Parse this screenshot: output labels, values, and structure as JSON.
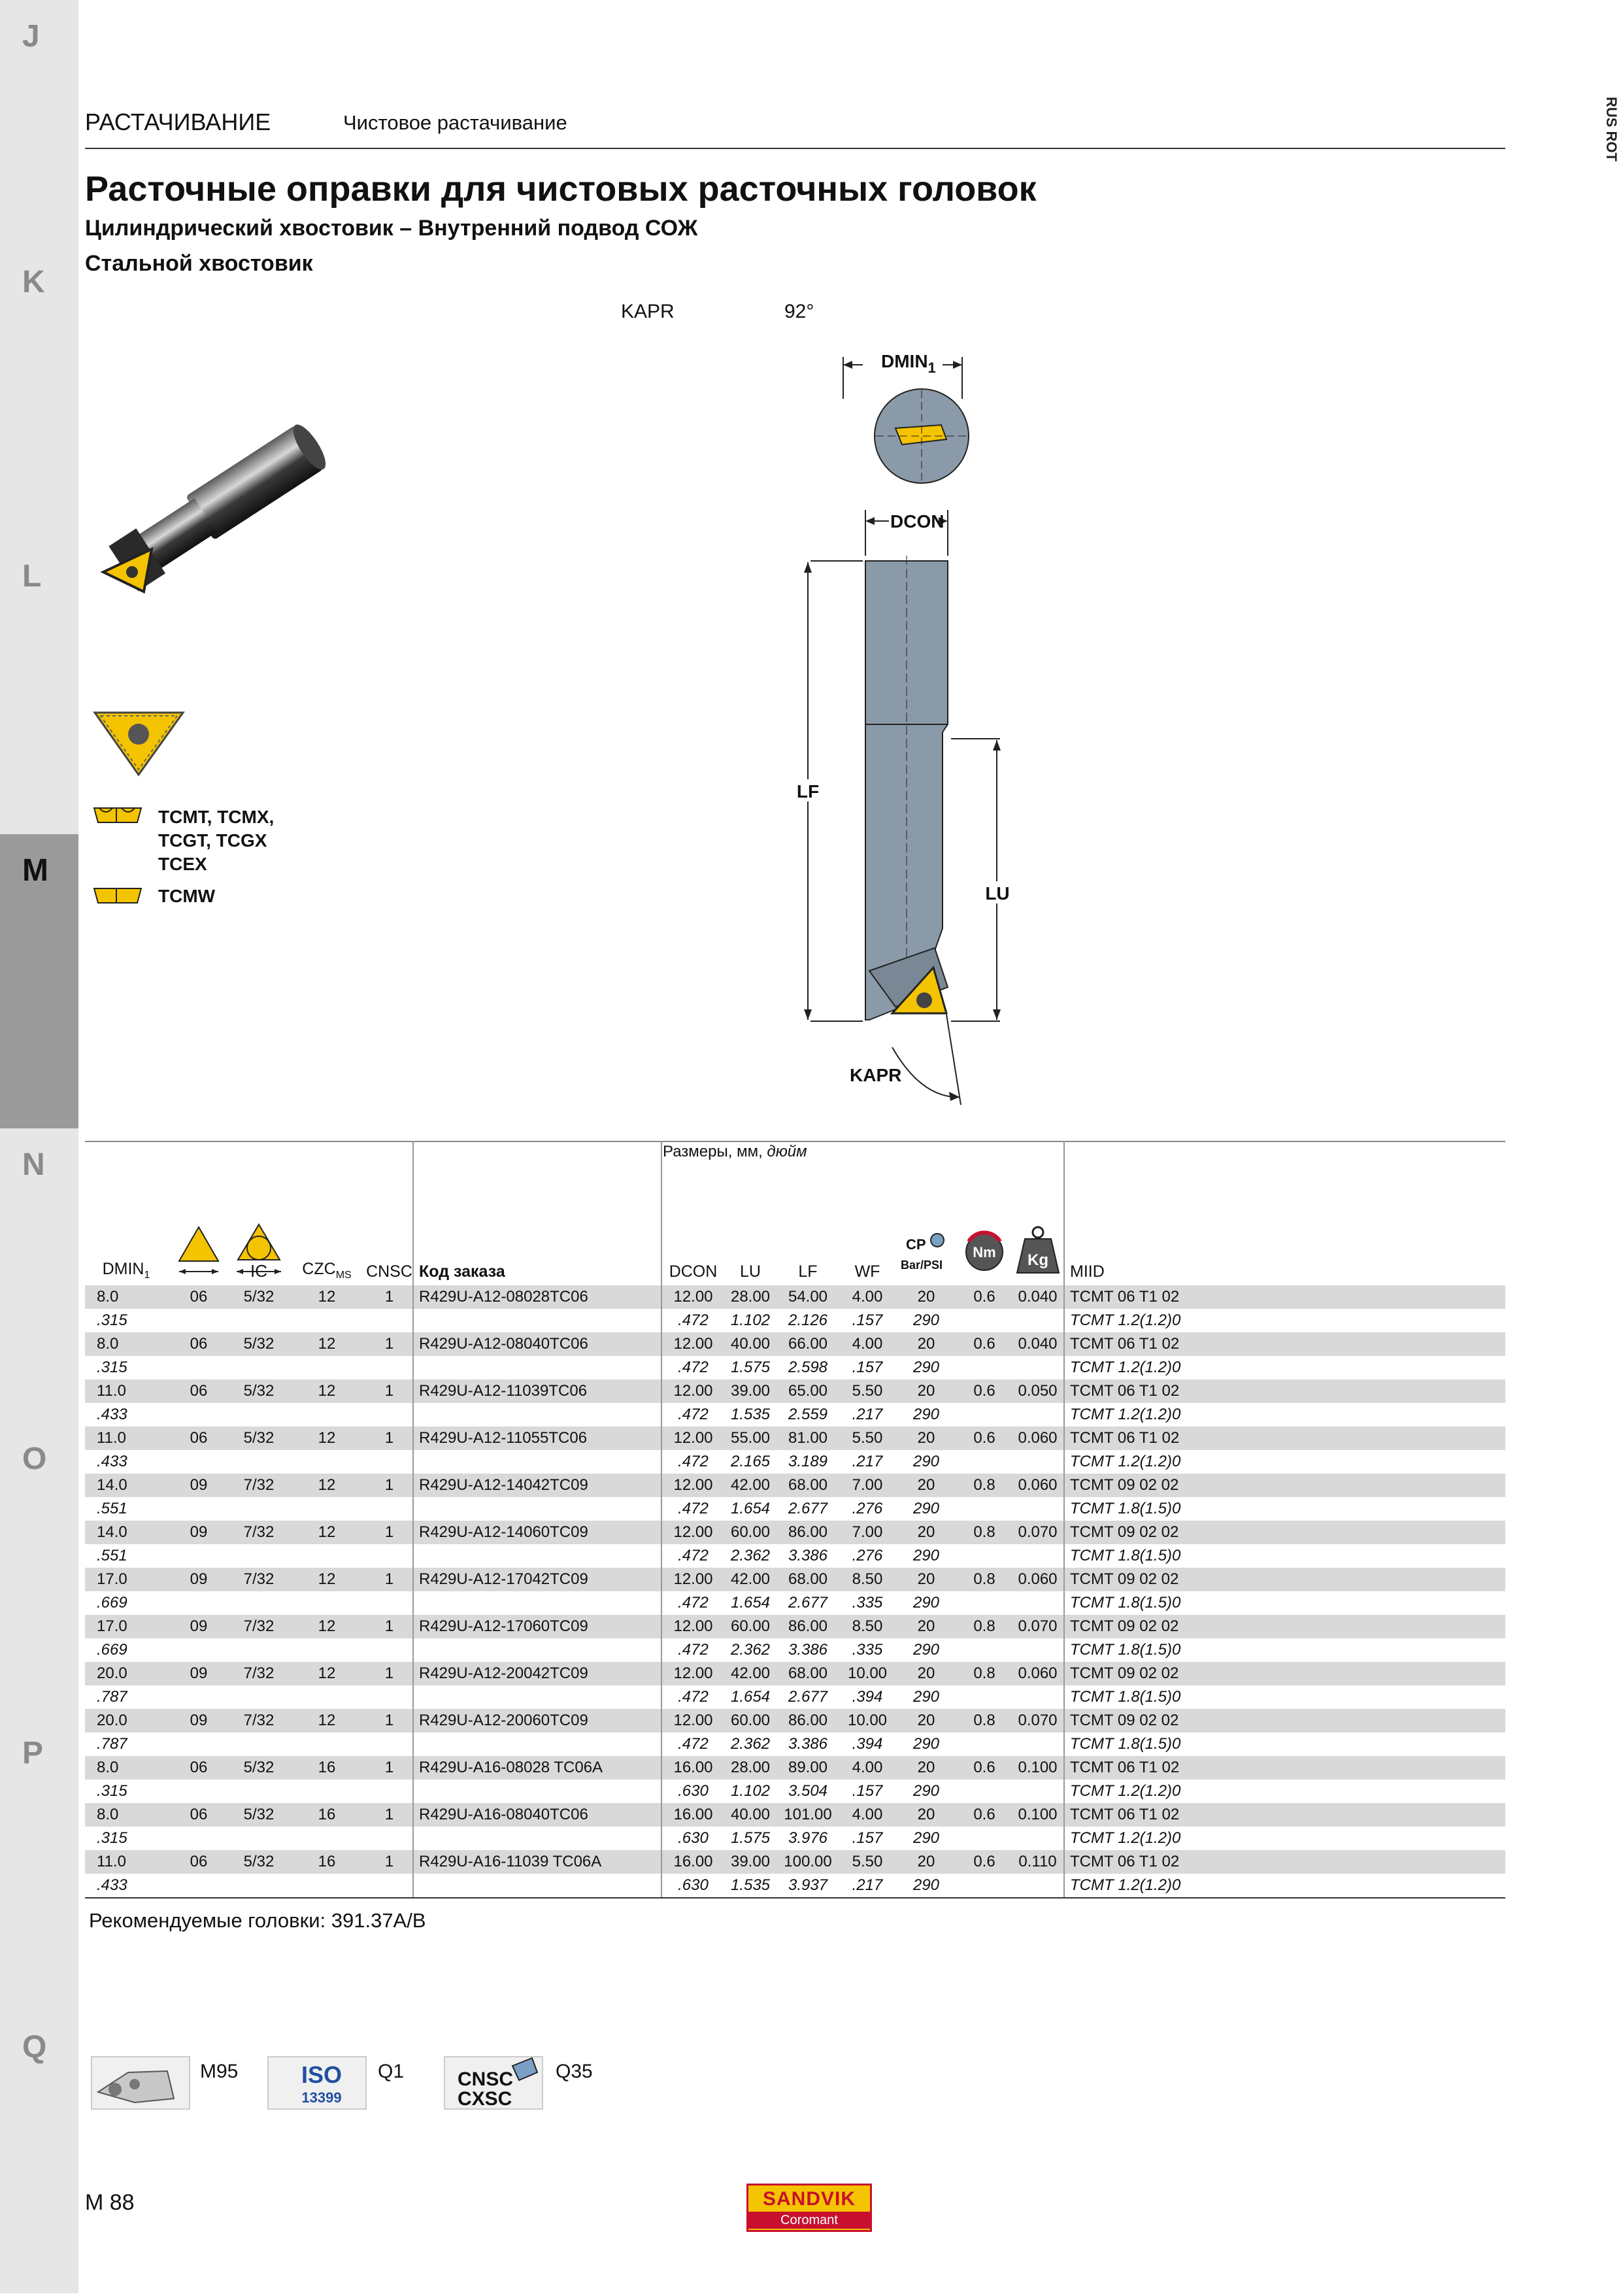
{
  "index_tabs": [
    {
      "letter": "J",
      "active": false
    },
    {
      "letter": "K",
      "active": false
    },
    {
      "letter": "L",
      "active": false
    },
    {
      "letter": "M",
      "active": true
    },
    {
      "letter": "N",
      "active": false
    },
    {
      "letter": "O",
      "active": false
    },
    {
      "letter": "P",
      "active": false
    },
    {
      "letter": "Q",
      "active": false
    }
  ],
  "lang_code": "RUS ROT",
  "section": {
    "main": "РАСТАЧИВАНИЕ",
    "sub": "Чистовое растачивание"
  },
  "title": "Расточные оправки для чистовых расточных головок",
  "subtitle1": "Цилиндрический хвостовик – Внутренний подвод СОЖ",
  "subtitle2": "Стальной хвостовик",
  "kapr": {
    "label": "KAPR",
    "value": "92°"
  },
  "drawing_labels": {
    "dmin": "DMIN",
    "dmin_sub": "1",
    "dcon": "DCON",
    "lf": "LF",
    "lu": "LU",
    "kapr": "KAPR"
  },
  "inserts": {
    "group1_lines": [
      "TCMT, TCMX,",
      "TCGT, TCGX",
      "TCEX"
    ],
    "group2": "TCMW"
  },
  "table": {
    "dims_caption_prefix": "Размеры, мм, ",
    "dims_caption_italic": "дюйм",
    "headers": {
      "dmin": "DMIN",
      "dmin_sub": "1",
      "ic": "IC",
      "czc": "CZC",
      "czc_sub": "MS",
      "cnsc": "CNSC",
      "code": "Код заказа",
      "dcon": "DCON",
      "lu": "LU",
      "lf": "LF",
      "wf": "WF",
      "cp1": "CP",
      "cp2": "Bar/PSI",
      "nm": "Nm",
      "kg": "Kg",
      "miid": "MIID"
    },
    "rows": [
      {
        "dmin": "8.0",
        "dmin_in": ".315",
        "size": "06",
        "ic": "5/32",
        "czc": "12",
        "cnsc": "1",
        "code": "R429U-A12-08028TC06",
        "dcon": "12.00",
        "dcon_in": ".472",
        "lu": "28.00",
        "lu_in": "1.102",
        "lf": "54.00",
        "lf_in": "2.126",
        "wf": "4.00",
        "wf_in": ".157",
        "cp": "20",
        "cp_in": "290",
        "nm": "0.6",
        "kg": "0.040",
        "miid": "TCMT 06 T1 02",
        "miid_in": "TCMT 1.2(1.2)0"
      },
      {
        "dmin": "8.0",
        "dmin_in": ".315",
        "size": "06",
        "ic": "5/32",
        "czc": "12",
        "cnsc": "1",
        "code": "R429U-A12-08040TC06",
        "dcon": "12.00",
        "dcon_in": ".472",
        "lu": "40.00",
        "lu_in": "1.575",
        "lf": "66.00",
        "lf_in": "2.598",
        "wf": "4.00",
        "wf_in": ".157",
        "cp": "20",
        "cp_in": "290",
        "nm": "0.6",
        "kg": "0.040",
        "miid": "TCMT 06 T1 02",
        "miid_in": "TCMT 1.2(1.2)0"
      },
      {
        "dmin": "11.0",
        "dmin_in": ".433",
        "size": "06",
        "ic": "5/32",
        "czc": "12",
        "cnsc": "1",
        "code": "R429U-A12-11039TC06",
        "dcon": "12.00",
        "dcon_in": ".472",
        "lu": "39.00",
        "lu_in": "1.535",
        "lf": "65.00",
        "lf_in": "2.559",
        "wf": "5.50",
        "wf_in": ".217",
        "cp": "20",
        "cp_in": "290",
        "nm": "0.6",
        "kg": "0.050",
        "miid": "TCMT 06 T1 02",
        "miid_in": "TCMT 1.2(1.2)0"
      },
      {
        "dmin": "11.0",
        "dmin_in": ".433",
        "size": "06",
        "ic": "5/32",
        "czc": "12",
        "cnsc": "1",
        "code": "R429U-A12-11055TC06",
        "dcon": "12.00",
        "dcon_in": ".472",
        "lu": "55.00",
        "lu_in": "2.165",
        "lf": "81.00",
        "lf_in": "3.189",
        "wf": "5.50",
        "wf_in": ".217",
        "cp": "20",
        "cp_in": "290",
        "nm": "0.6",
        "kg": "0.060",
        "miid": "TCMT 06 T1 02",
        "miid_in": "TCMT 1.2(1.2)0"
      },
      {
        "dmin": "14.0",
        "dmin_in": ".551",
        "size": "09",
        "ic": "7/32",
        "czc": "12",
        "cnsc": "1",
        "code": "R429U-A12-14042TC09",
        "dcon": "12.00",
        "dcon_in": ".472",
        "lu": "42.00",
        "lu_in": "1.654",
        "lf": "68.00",
        "lf_in": "2.677",
        "wf": "7.00",
        "wf_in": ".276",
        "cp": "20",
        "cp_in": "290",
        "nm": "0.8",
        "kg": "0.060",
        "miid": "TCMT 09 02 02",
        "miid_in": "TCMT 1.8(1.5)0"
      },
      {
        "dmin": "14.0",
        "dmin_in": ".551",
        "size": "09",
        "ic": "7/32",
        "czc": "12",
        "cnsc": "1",
        "code": "R429U-A12-14060TC09",
        "dcon": "12.00",
        "dcon_in": ".472",
        "lu": "60.00",
        "lu_in": "2.362",
        "lf": "86.00",
        "lf_in": "3.386",
        "wf": "7.00",
        "wf_in": ".276",
        "cp": "20",
        "cp_in": "290",
        "nm": "0.8",
        "kg": "0.070",
        "miid": "TCMT 09 02 02",
        "miid_in": "TCMT 1.8(1.5)0"
      },
      {
        "dmin": "17.0",
        "dmin_in": ".669",
        "size": "09",
        "ic": "7/32",
        "czc": "12",
        "cnsc": "1",
        "code": "R429U-A12-17042TC09",
        "dcon": "12.00",
        "dcon_in": ".472",
        "lu": "42.00",
        "lu_in": "1.654",
        "lf": "68.00",
        "lf_in": "2.677",
        "wf": "8.50",
        "wf_in": ".335",
        "cp": "20",
        "cp_in": "290",
        "nm": "0.8",
        "kg": "0.060",
        "miid": "TCMT 09 02 02",
        "miid_in": "TCMT 1.8(1.5)0"
      },
      {
        "dmin": "17.0",
        "dmin_in": ".669",
        "size": "09",
        "ic": "7/32",
        "czc": "12",
        "cnsc": "1",
        "code": "R429U-A12-17060TC09",
        "dcon": "12.00",
        "dcon_in": ".472",
        "lu": "60.00",
        "lu_in": "2.362",
        "lf": "86.00",
        "lf_in": "3.386",
        "wf": "8.50",
        "wf_in": ".335",
        "cp": "20",
        "cp_in": "290",
        "nm": "0.8",
        "kg": "0.070",
        "miid": "TCMT 09 02 02",
        "miid_in": "TCMT 1.8(1.5)0"
      },
      {
        "dmin": "20.0",
        "dmin_in": ".787",
        "size": "09",
        "ic": "7/32",
        "czc": "12",
        "cnsc": "1",
        "code": "R429U-A12-20042TC09",
        "dcon": "12.00",
        "dcon_in": ".472",
        "lu": "42.00",
        "lu_in": "1.654",
        "lf": "68.00",
        "lf_in": "2.677",
        "wf": "10.00",
        "wf_in": ".394",
        "cp": "20",
        "cp_in": "290",
        "nm": "0.8",
        "kg": "0.060",
        "miid": "TCMT 09 02 02",
        "miid_in": "TCMT 1.8(1.5)0"
      },
      {
        "dmin": "20.0",
        "dmin_in": ".787",
        "size": "09",
        "ic": "7/32",
        "czc": "12",
        "cnsc": "1",
        "code": "R429U-A12-20060TC09",
        "dcon": "12.00",
        "dcon_in": ".472",
        "lu": "60.00",
        "lu_in": "2.362",
        "lf": "86.00",
        "lf_in": "3.386",
        "wf": "10.00",
        "wf_in": ".394",
        "cp": "20",
        "cp_in": "290",
        "nm": "0.8",
        "kg": "0.070",
        "miid": "TCMT 09 02 02",
        "miid_in": "TCMT 1.8(1.5)0"
      },
      {
        "dmin": "8.0",
        "dmin_in": ".315",
        "size": "06",
        "ic": "5/32",
        "czc": "16",
        "cnsc": "1",
        "code": "R429U-A16-08028 TC06A",
        "dcon": "16.00",
        "dcon_in": ".630",
        "lu": "28.00",
        "lu_in": "1.102",
        "lf": "89.00",
        "lf_in": "3.504",
        "wf": "4.00",
        "wf_in": ".157",
        "cp": "20",
        "cp_in": "290",
        "nm": "0.6",
        "kg": "0.100",
        "miid": "TCMT 06 T1 02",
        "miid_in": "TCMT 1.2(1.2)0"
      },
      {
        "dmin": "8.0",
        "dmin_in": ".315",
        "size": "06",
        "ic": "5/32",
        "czc": "16",
        "cnsc": "1",
        "code": "R429U-A16-08040TC06",
        "dcon": "16.00",
        "dcon_in": ".630",
        "lu": "40.00",
        "lu_in": "1.575",
        "lf": "101.00",
        "lf_in": "3.976",
        "wf": "4.00",
        "wf_in": ".157",
        "cp": "20",
        "cp_in": "290",
        "nm": "0.6",
        "kg": "0.100",
        "miid": "TCMT 06 T1 02",
        "miid_in": "TCMT 1.2(1.2)0"
      },
      {
        "dmin": "11.0",
        "dmin_in": ".433",
        "size": "06",
        "ic": "5/32",
        "czc": "16",
        "cnsc": "1",
        "code": "R429U-A16-11039 TC06A",
        "dcon": "16.00",
        "dcon_in": ".630",
        "lu": "39.00",
        "lu_in": "1.535",
        "lf": "100.00",
        "lf_in": "3.937",
        "wf": "5.50",
        "wf_in": ".217",
        "cp": "20",
        "cp_in": "290",
        "nm": "0.6",
        "kg": "0.110",
        "miid": "TCMT 06 T1 02",
        "miid_in": "TCMT 1.2(1.2)0"
      }
    ]
  },
  "recommended": "Рекомендуемые головки: 391.37A/B",
  "refs": [
    {
      "icon": "adapter-icon",
      "page": "M95"
    },
    {
      "icon": "iso-13399-icon",
      "page": "Q1",
      "text1": "ISO",
      "text2": "13399"
    },
    {
      "icon": "cnsc-cxsc-icon",
      "page": "Q35",
      "text1": "CNSC",
      "text2": "CXSC"
    }
  ],
  "page_number": "M 88",
  "brand": {
    "name": "SANDVIK",
    "sub": "Coromant"
  },
  "colors": {
    "insert_yellow": "#f5c400",
    "tab_gray": "#e6e6e6",
    "tab_active": "#9a9a9a",
    "row_gray": "#d9d9d9",
    "tool_blue": "#8a9aa8",
    "brand_red": "#c8102e"
  }
}
